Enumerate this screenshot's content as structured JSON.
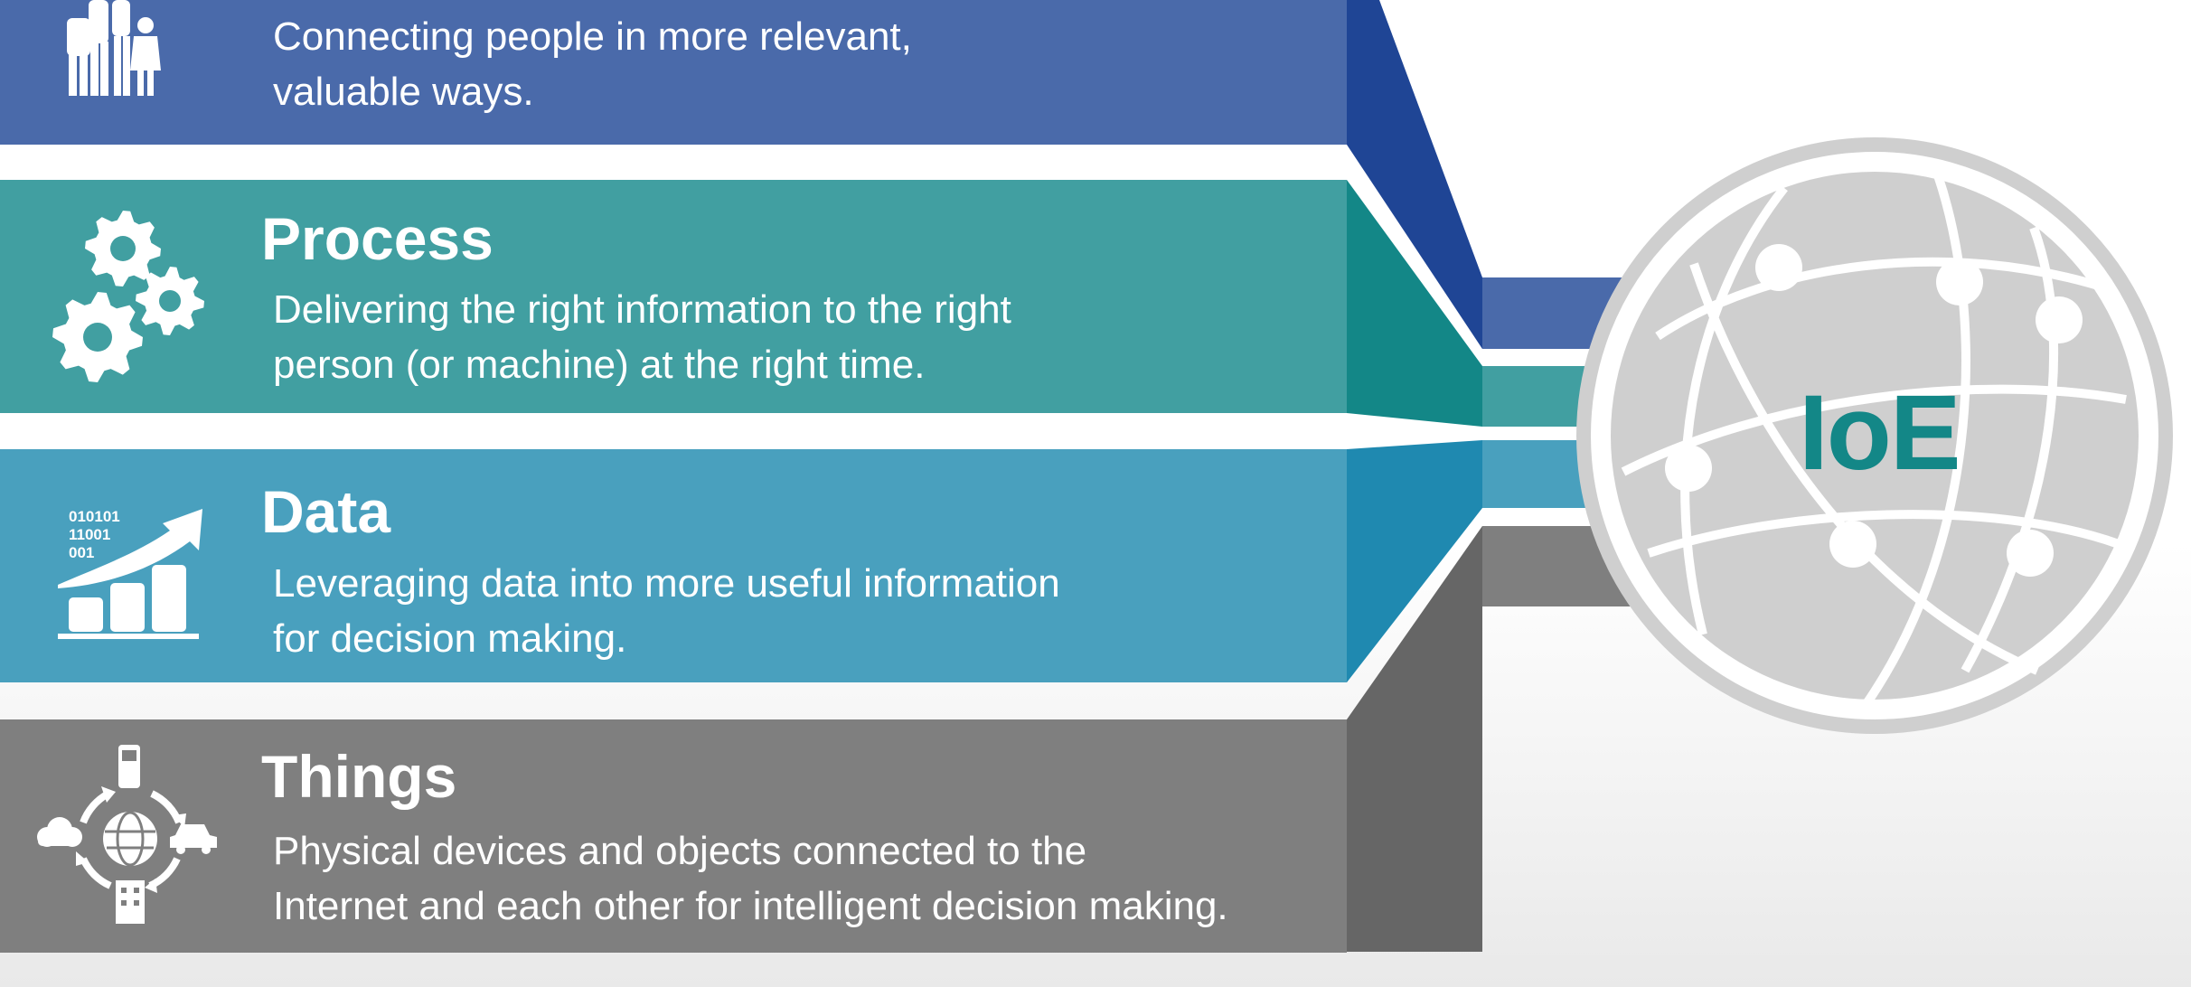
{
  "center_label": "IoE",
  "colors": {
    "people": "#4a6aaa",
    "people_dark": "#1f4595",
    "process": "#419fa1",
    "process_dark": "#138787",
    "data": "#49a0be",
    "data_dark": "#1f89b0",
    "things": "#7f7f7f",
    "things_dark": "#666666",
    "globe": "#cfcfcf",
    "center_text": "#138787"
  },
  "pillars": [
    {
      "key": "people",
      "icon": "family-icon",
      "title": "",
      "desc_line1": "Connecting people in more relevant,",
      "desc_line2": "valuable ways."
    },
    {
      "key": "process",
      "icon": "gears-icon",
      "title": "Process",
      "desc_line1": "Delivering the right information to the right",
      "desc_line2": "person (or machine) at the right time."
    },
    {
      "key": "data",
      "icon": "data-growth-icon",
      "icon_text": [
        "010101",
        "11001",
        "001"
      ],
      "title": "Data",
      "desc_line1": "Leveraging data into more useful information",
      "desc_line2": "for decision making."
    },
    {
      "key": "things",
      "icon": "connected-things-icon",
      "title": "Things",
      "desc_line1": "Physical devices and objects connected to the",
      "desc_line2": "Internet and each other for intelligent decision making."
    }
  ]
}
